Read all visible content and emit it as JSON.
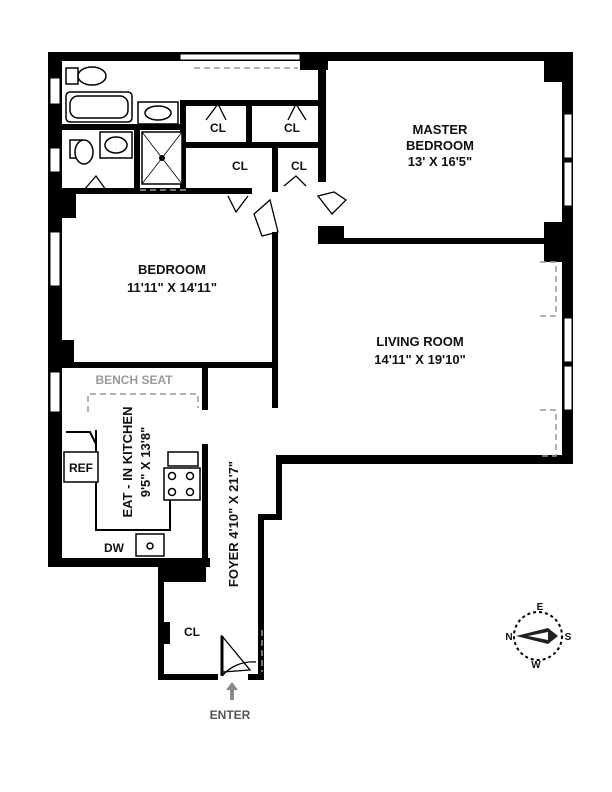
{
  "rooms": {
    "master_bedroom": {
      "name_line1": "MASTER",
      "name_line2": "BEDROOM",
      "size": "13' X 16'5\""
    },
    "bedroom": {
      "name": "BEDROOM",
      "size": "11'11\" X 14'11\""
    },
    "living_room": {
      "name": "LIVING ROOM",
      "size": "14'11\" X 19'10\""
    },
    "kitchen": {
      "name": "EAT - IN KITCHEN",
      "size": "9'5\" X 13'8\""
    },
    "foyer": {
      "name": "FOYER 4'10\" X 21'7\""
    }
  },
  "closets": [
    "CL",
    "CL",
    "CL",
    "CL",
    "CL"
  ],
  "fixtures": {
    "bench_seat": "BENCH SEAT",
    "refrigerator": "REF",
    "dishwasher": "DW"
  },
  "entry": {
    "label": "ENTER"
  },
  "compass": {
    "north": "N",
    "south": "S",
    "east": "E",
    "west": "W"
  },
  "colors": {
    "walls": "#000000",
    "annotations": "#9a9a9a",
    "background": "#ffffff"
  }
}
